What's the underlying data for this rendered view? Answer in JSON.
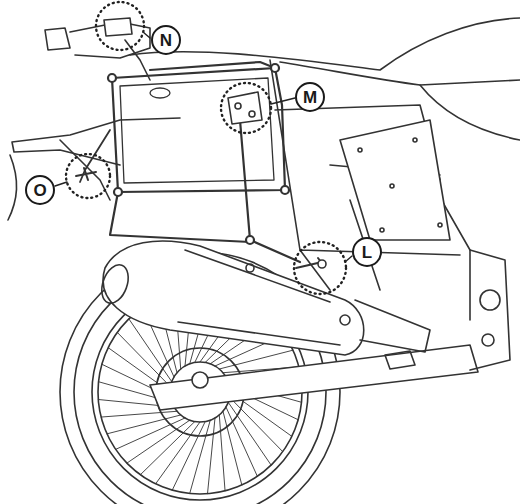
{
  "diagram": {
    "labels": [
      "N",
      "M",
      "L",
      "O"
    ]
  }
}
